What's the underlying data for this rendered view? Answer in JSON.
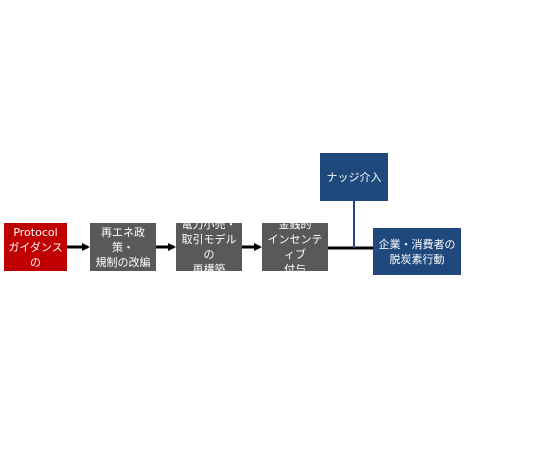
{
  "diagram": {
    "nodes": [
      {
        "id": "ghg",
        "label": "GHG　Protocol\nガイダンスの\n改訂",
        "color": "#c00000"
      },
      {
        "id": "renew",
        "label": "再エネ政策・\n規制の改編",
        "color": "#595959"
      },
      {
        "id": "retail",
        "label": "電力小売・\n取引モデルの\n再構築",
        "color": "#595959"
      },
      {
        "id": "monetary",
        "label": "金銭的\nインセンティブ\n付与",
        "color": "#595959"
      },
      {
        "id": "nudge",
        "label": "ナッジ介入",
        "color": "#1f497d"
      },
      {
        "id": "decarb",
        "label": "企業・消費者の\n脱炭素行動",
        "color": "#1f497d"
      }
    ],
    "edges": [
      {
        "from": "ghg",
        "to": "renew",
        "style": "arrow"
      },
      {
        "from": "renew",
        "to": "retail",
        "style": "arrow"
      },
      {
        "from": "retail",
        "to": "monetary",
        "style": "arrow"
      },
      {
        "from": "monetary",
        "to": "decarb",
        "style": "line"
      },
      {
        "from": "nudge",
        "to": "decarb",
        "style": "line"
      }
    ],
    "colors": {
      "connector": "#000000",
      "nudge_connector": "#1f497d"
    }
  }
}
